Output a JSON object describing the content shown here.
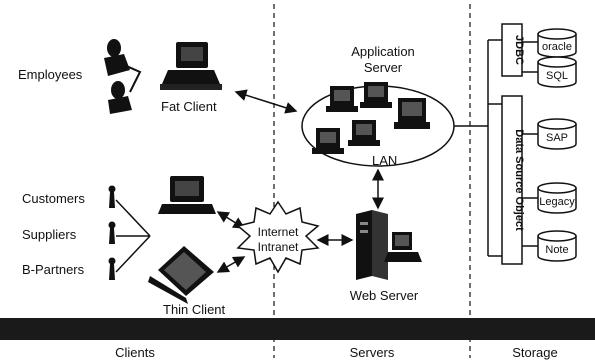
{
  "clients_section": {
    "employees_label": "Employees",
    "fat_client_label": "Fat Client",
    "customers_label": "Customers",
    "suppliers_label": "Suppliers",
    "b_partners_label": "B-Partners",
    "thin_client_label": "Thin Client"
  },
  "servers_section": {
    "application_server_line1": "Application",
    "application_server_line2": "Server",
    "lan_label": "LAN",
    "internet_label": "Internet",
    "intranet_label": "Intranet",
    "web_server_label": "Web Server"
  },
  "storage_section": {
    "jdbc_label": "JDBC",
    "data_source_object_label": "Data Source Object",
    "oracle_label": "oracle",
    "sql_label": "SQL",
    "sap_label": "SAP",
    "legacy_label": "Legacy",
    "note_label": "Note"
  },
  "footer": {
    "clients_label": "Clients",
    "servers_label": "Servers",
    "storage_label": "Storage"
  },
  "colors": {
    "ink": "#111111",
    "bar": "#1a1a1a",
    "background": "#ffffff"
  }
}
